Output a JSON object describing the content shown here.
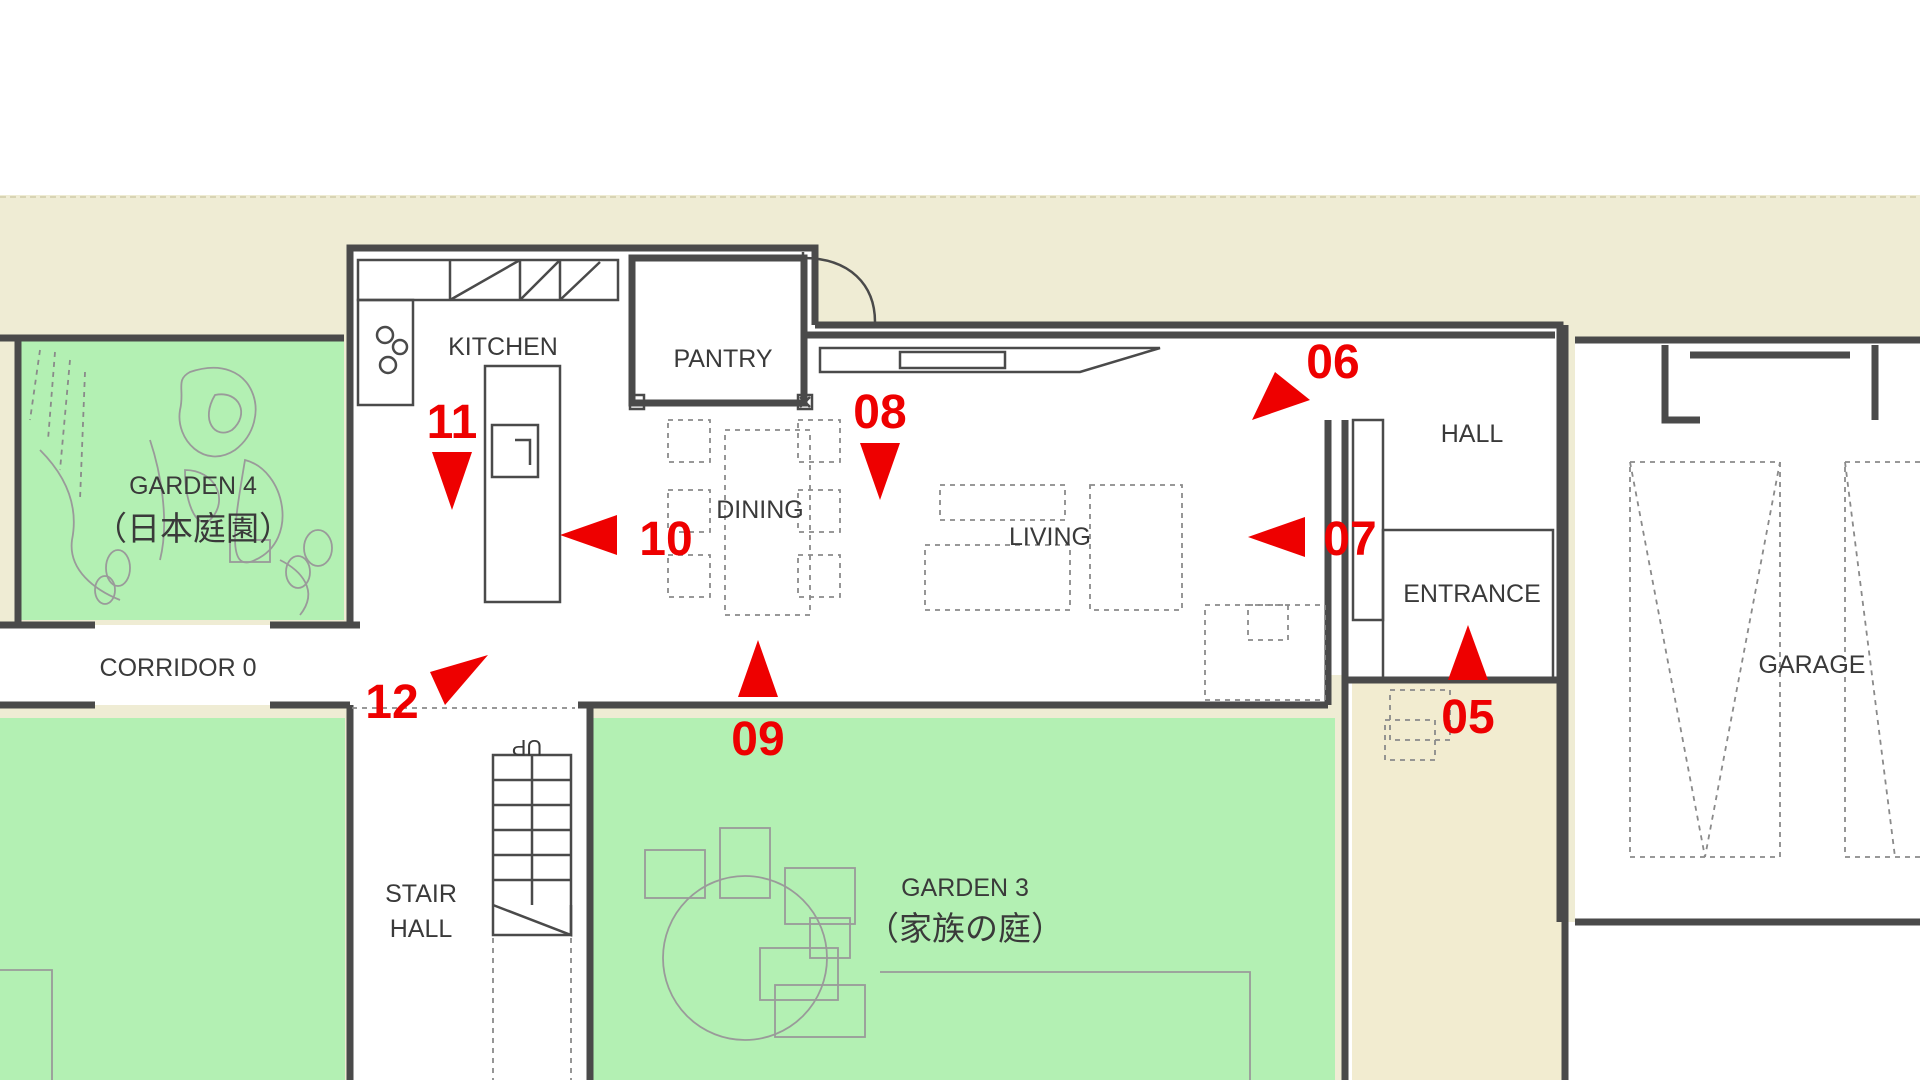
{
  "colors": {
    "background": "#ffffff",
    "site": "#efecd4",
    "garden": "#b3f0b3",
    "vestibule": "#f2ecd0",
    "wall": "#4a4a4a",
    "marker": "#ee0000"
  },
  "rooms": {
    "kitchen": "KITCHEN",
    "pantry": "PANTRY",
    "dining": "DINING",
    "living": "LIVING",
    "hall": "HALL",
    "entrance": "ENTRANCE",
    "garage": "GARAGE",
    "corridor": "CORRIDOR 0",
    "stair_hall_line1": "STAIR",
    "stair_hall_line2": "HALL",
    "up": "UP",
    "garden4": "GARDEN 4",
    "garden4_jp": "（日本庭園）",
    "garden3": "GARDEN 3",
    "garden3_jp": "（家族の庭）"
  },
  "markers": [
    {
      "label": "05",
      "direction": "up"
    },
    {
      "label": "06",
      "direction": "down-left"
    },
    {
      "label": "07",
      "direction": "left"
    },
    {
      "label": "08",
      "direction": "down"
    },
    {
      "label": "09",
      "direction": "up"
    },
    {
      "label": "10",
      "direction": "left"
    },
    {
      "label": "11",
      "direction": "down"
    },
    {
      "label": "12",
      "direction": "up-right"
    }
  ]
}
